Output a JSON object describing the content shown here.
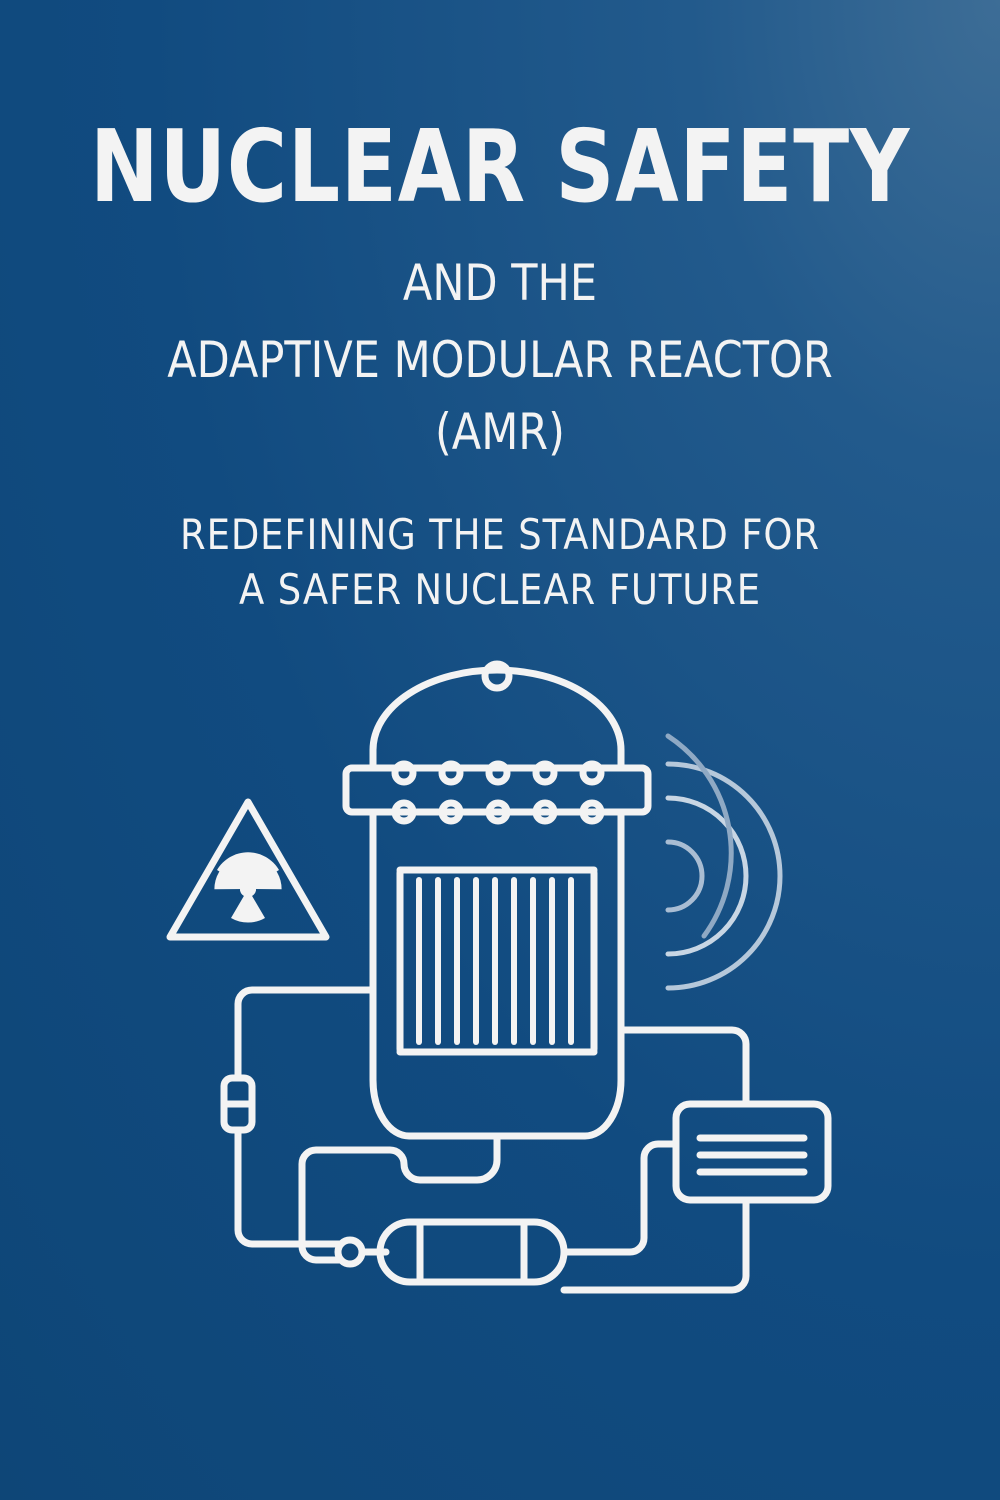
{
  "cover": {
    "title": "NUCLEAR SAFETY",
    "subtitle_line1": "AND THE",
    "subtitle_line2": "ADAPTIVE MODULAR REACTOR",
    "subtitle_line3": "(AMR)",
    "tagline_line1": "REDEFINING THE STANDARD FOR",
    "tagline_line2": "A SAFER NUCLEAR FUTURE"
  },
  "colors": {
    "background": "#114b80",
    "line_art": "#f3f3f3",
    "waves": "#a9bdd3"
  },
  "icons": [
    "radiation-warning-icon",
    "reactor-vessel-icon",
    "signal-waves-icon",
    "control-panel-icon"
  ]
}
